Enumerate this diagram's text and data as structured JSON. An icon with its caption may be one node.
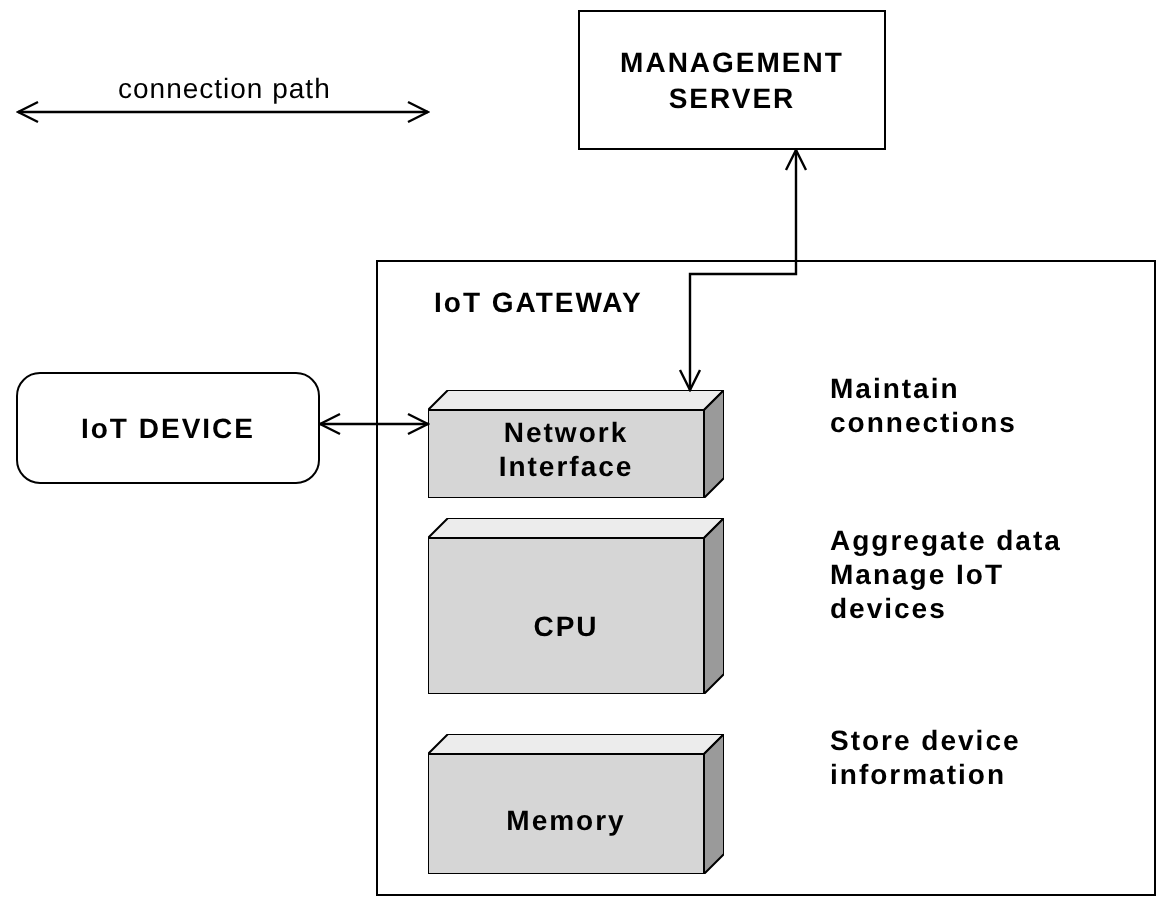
{
  "diagram": {
    "nodes": [
      {
        "text": [
          "MANAGEMENT SERVER"
        ]
      },
      {
        "text": [
          "IoT GATEWAY"
        ]
      },
      {
        "text": [
          "IoT DEVICE"
        ]
      },
      {
        "text": [
          "Network Interface"
        ],
        "in": 1,
        "beside": [
          "Maintain connections"
        ]
      },
      {
        "text": [
          "CPU"
        ],
        "in": 1,
        "beside": [
          "Aggregate data",
          "Manage IoT devices"
        ]
      },
      {
        "text": [
          "Memory"
        ],
        "in": 1,
        "beside": [
          "Store device information"
        ]
      }
    ],
    "edges": [
      {
        "from": 2,
        "to": 3,
        "arrow": "both"
      },
      {
        "from": 0,
        "to": 3,
        "arrow": "both"
      }
    ],
    "legend": [
      {
        "text": "connection path"
      }
    ]
  }
}
